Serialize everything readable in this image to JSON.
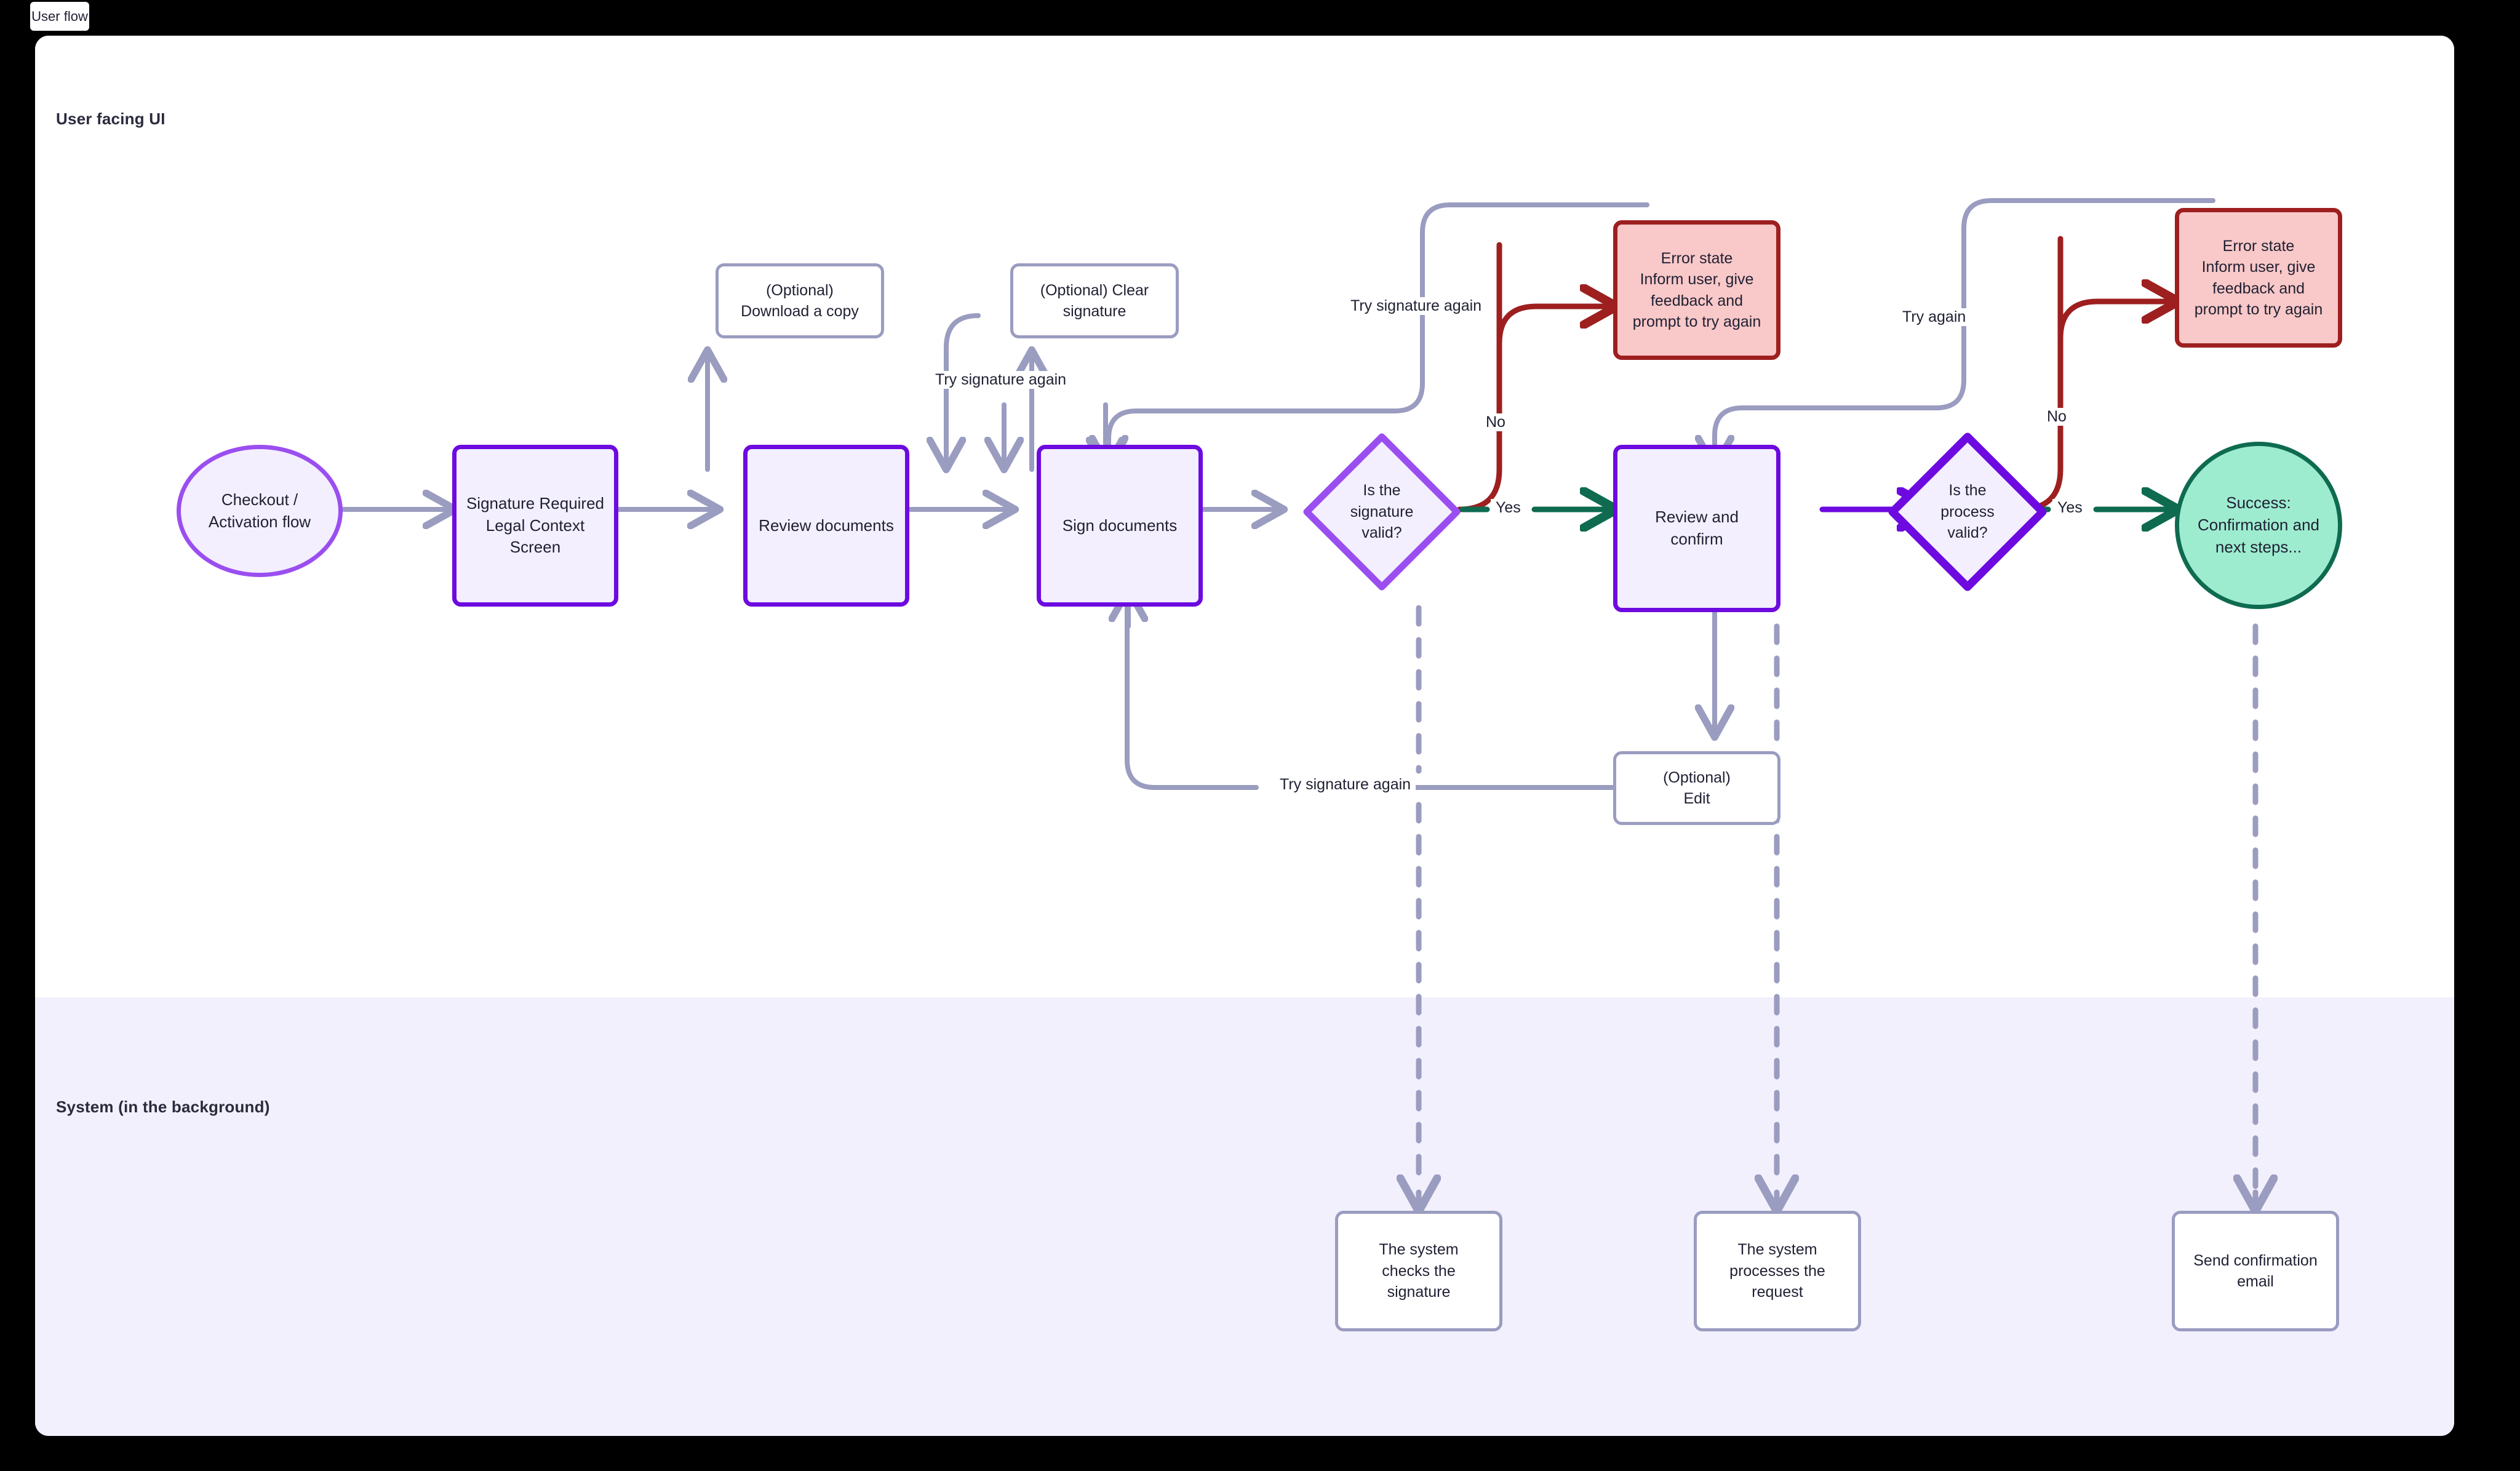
{
  "tab": {
    "label": "User flow"
  },
  "lanes": {
    "user": {
      "title": "User facing UI"
    },
    "system": {
      "title": "System (in the background)"
    }
  },
  "colors": {
    "process_border": "#6D0AE0",
    "process_fill": "#F3EFFF",
    "start_border": "#9B4EF0",
    "success_fill": "#9EECD0",
    "success_border": "#0F6B50",
    "error_fill": "#F9C8C8",
    "error_border": "#9E1F1F",
    "edge_gray": "#9A9CC0",
    "edge_green": "#0F6B50",
    "edge_red": "#9E1F1F",
    "edge_purple": "#6D0AE0",
    "lane_system_bg": "#F2F0FC",
    "canvas_bg": "#FFFFFF"
  },
  "nodes": [
    {
      "id": "start",
      "label": "Checkout /\nActivation flow",
      "shape": "ellipse"
    },
    {
      "id": "sig_required",
      "label": "Signature Required\nLegal Context\nScreen",
      "shape": "process"
    },
    {
      "id": "review_docs",
      "label": "Review documents",
      "shape": "process"
    },
    {
      "id": "sign_docs",
      "label": "Sign documents",
      "shape": "process"
    },
    {
      "id": "opt_download",
      "label": "(Optional)\nDownload a copy",
      "shape": "optional"
    },
    {
      "id": "opt_clear",
      "label": "(Optional) Clear\nsignature",
      "shape": "optional"
    },
    {
      "id": "sig_valid",
      "label": "Is the\nsignature\nvalid?",
      "shape": "decision"
    },
    {
      "id": "err_sig",
      "label": "Error state\nInform user, give\nfeedback and\nprompt to try again",
      "shape": "error"
    },
    {
      "id": "review_conf",
      "label": "Review and\nconfirm",
      "shape": "process"
    },
    {
      "id": "opt_edit",
      "label": "(Optional)\nEdit",
      "shape": "optional"
    },
    {
      "id": "proc_valid",
      "label": "Is the\nprocess\nvalid?",
      "shape": "decision"
    },
    {
      "id": "err_proc",
      "label": "Error state\nInform user, give\nfeedback and\nprompt to try again",
      "shape": "error"
    },
    {
      "id": "success",
      "label": "Success:\nConfirmation and\nnext steps...",
      "shape": "circle"
    },
    {
      "id": "sys_check",
      "label": "The system\nchecks the\nsignature",
      "shape": "system"
    },
    {
      "id": "sys_process",
      "label": "The system\nprocesses the\nrequest",
      "shape": "system"
    },
    {
      "id": "sys_email",
      "label": "Send confirmation\nemail",
      "shape": "system"
    }
  ],
  "edge_labels": {
    "try_sig_again_left": "Try signature again",
    "try_sig_again_top": "Try signature again",
    "try_sig_again_bottom": "Try signature again",
    "try_again_right": "Try again",
    "no_1": "No",
    "no_2": "No",
    "yes_1": "Yes",
    "yes_2": "Yes"
  }
}
